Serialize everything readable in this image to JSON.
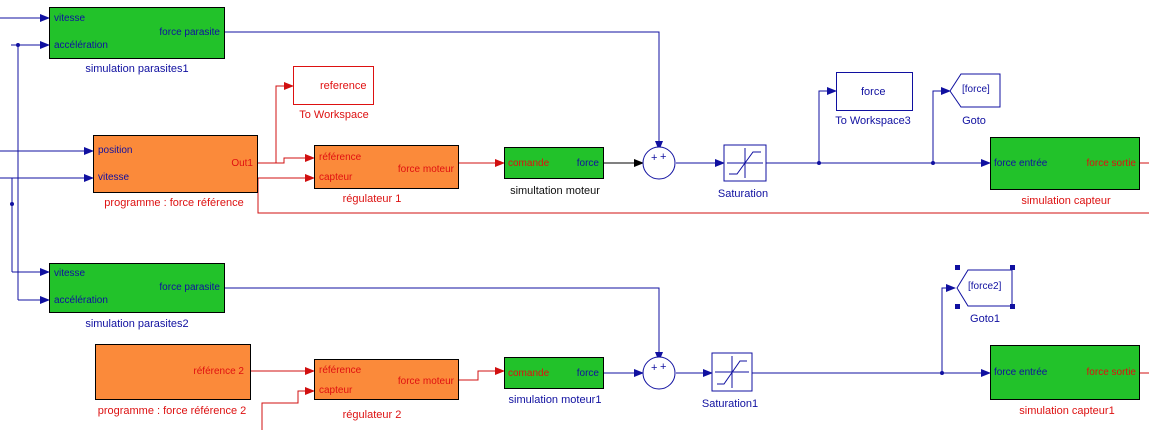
{
  "blocks": {
    "sim_parasites1": {
      "in1": "vitesse",
      "in2": "accélération",
      "out": "force parasite",
      "caption": "simulation parasites1"
    },
    "reference_ws": {
      "content": "reference",
      "caption": "To Workspace"
    },
    "prog_force_ref": {
      "in1": "position",
      "in2": "vitesse",
      "out": "Out1",
      "caption": "programme : force référence"
    },
    "regulateur1": {
      "in1": "référence",
      "in2": "capteur",
      "out": "force moteur",
      "caption": "régulateur 1"
    },
    "sim_moteur": {
      "in": "comande",
      "out": "force",
      "caption": "simultation moteur"
    },
    "saturation": {
      "caption": "Saturation"
    },
    "force_ws3": {
      "content": "force",
      "caption": "To Workspace3"
    },
    "goto": {
      "content": "[force]",
      "caption": "Goto"
    },
    "sim_capteur": {
      "in": "force entrée",
      "out": "force sortie",
      "caption": "simulation capteur"
    },
    "sim_parasites2": {
      "in1": "vitesse",
      "in2": "accélération",
      "out": "force parasite",
      "caption": "simulation parasites2"
    },
    "goto1": {
      "content": "[force2]",
      "caption": "Goto1"
    },
    "prog_force_ref2": {
      "out": "référence 2",
      "caption": "programme : force référence 2"
    },
    "regulateur2": {
      "in1": "référence",
      "in2": "capteur",
      "out": "force moteur",
      "caption": "régulateur 2"
    },
    "sim_moteur1": {
      "in": "comande",
      "out": "force",
      "caption": "simulation moteur1"
    },
    "saturation1": {
      "caption": "Saturation1"
    },
    "sim_capteur1": {
      "in": "force entrée",
      "out": "force sortie",
      "caption": "simulation capteur1"
    }
  },
  "sum_symbols": {
    "sum1": "+",
    "sum1b": "+",
    "sum2": "+",
    "sum2b": "+"
  },
  "colors": {
    "signal_blue": "#1010a0",
    "signal_red": "#d11010",
    "signal_black": "#000000",
    "block_green": "#22c22a",
    "block_orange": "#fb8a3a"
  }
}
